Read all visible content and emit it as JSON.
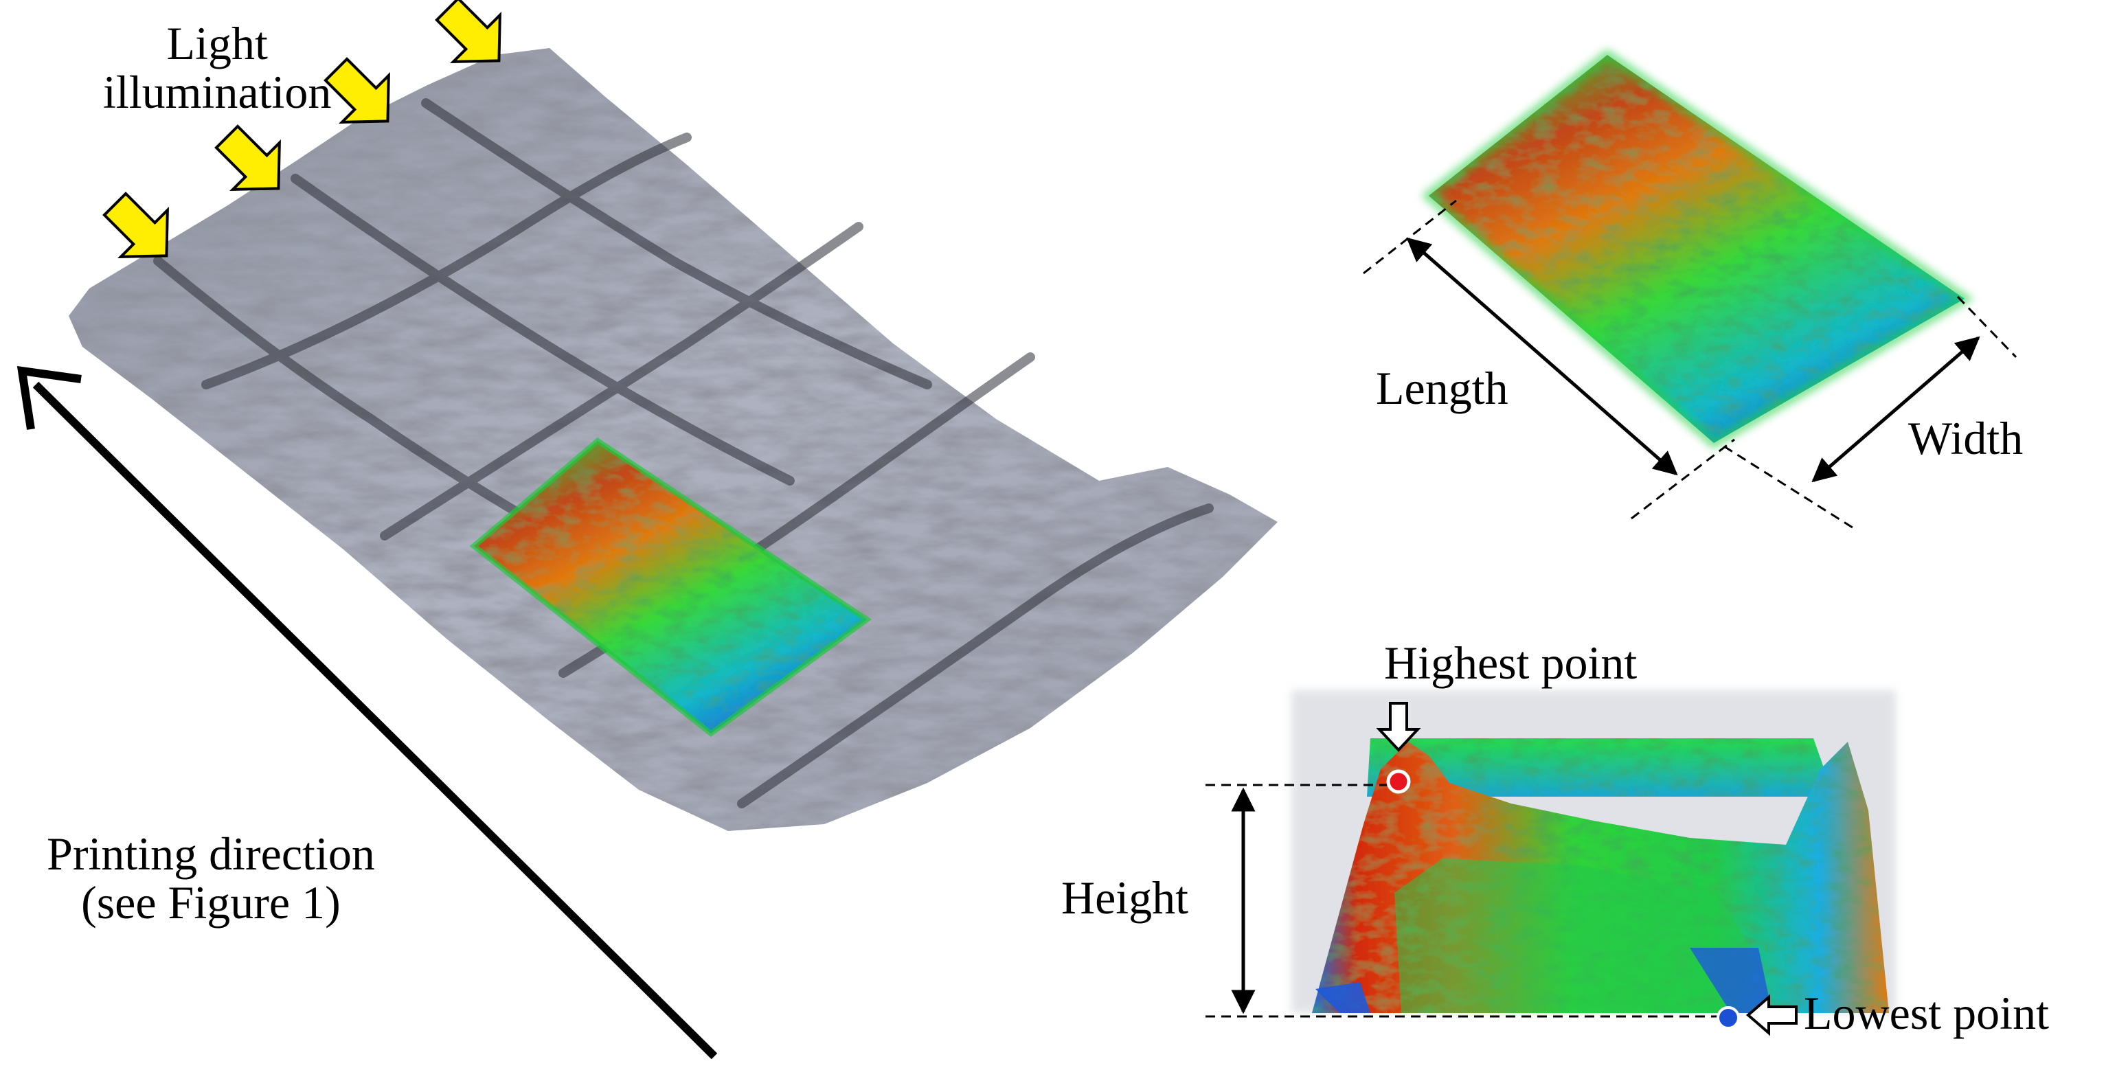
{
  "labels": {
    "light": [
      "Light",
      "illumination"
    ],
    "printing": [
      "Printing direction",
      "(see Figure 1)"
    ],
    "length": "Length",
    "width": "Width",
    "highest": "Highest point",
    "height": "Height",
    "lowest": "Lowest point"
  },
  "colors": {
    "surface_dark": "#3d3f48",
    "surface_light": "#b4b8c6",
    "arrow_yellow": "#ffee00",
    "scale_red": "#d42a0a",
    "scale_orange": "#e07a10",
    "scale_green": "#22dd33",
    "scale_cyan": "#14b8c8",
    "scale_blue": "#1e5ad8",
    "highest_marker": "#e8151e",
    "lowest_marker": "#1a4fd6"
  },
  "icons": [
    "light-arrow-icon",
    "printing-direction-arrow-icon",
    "down-arrow-icon",
    "left-arrow-icon"
  ]
}
